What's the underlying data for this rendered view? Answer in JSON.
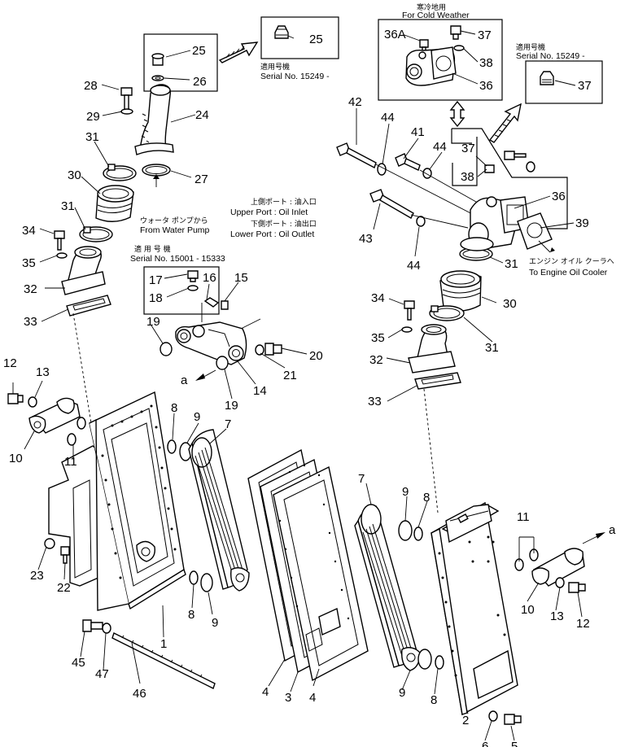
{
  "diagram": {
    "captions": {
      "cold_jp": "寒冷地用",
      "cold_en": "For Cold Weather",
      "serial_jp_a": "適用号機",
      "serial_a": "Serial No. 15249 -",
      "serial_jp_b": "適用号機",
      "serial_b": "Serial No. 15249 -",
      "serial_jp_c": "適 用 号 機",
      "serial_c": "Serial No. 15001 - 15333",
      "pump_jp": "ウォータ ポンプから",
      "pump_en": "From Water Pump",
      "upper_jp": "上側ポート : 油入口",
      "upper_en": "Upper Port  :  Oil Inlet",
      "lower_jp": "下側ポート : 油出口",
      "lower_en": "Lower Port  :  Oil Outlet",
      "cooler_jp": "エンジン オイル クーラへ",
      "cooler_en": "To Engine Oil Cooler",
      "ref_a": "a"
    },
    "labels": {
      "l25": "25",
      "l25b": "25",
      "l26": "26",
      "l24": "24",
      "l28": "28",
      "l29": "29",
      "l27": "27",
      "l31a": "31",
      "l30a": "30",
      "l31b": "31",
      "l34a": "34",
      "l35a": "35",
      "l32a": "32",
      "l33a": "33",
      "l36A": "36A",
      "l37a": "37",
      "l38a": "38",
      "l36a": "36",
      "l37b": "37",
      "l42": "42",
      "l44a": "44",
      "l41": "41",
      "l44b": "44",
      "l37c": "37",
      "l38b": "38",
      "l36b": "36",
      "l39": "39",
      "l43": "43",
      "l44c": "44",
      "l31c": "31",
      "l17": "17",
      "l16": "16",
      "l15": "15",
      "l18": "18",
      "l19a": "19",
      "l20": "20",
      "l21": "21",
      "l14": "14",
      "l19b": "19",
      "l12a": "12",
      "l13a": "13",
      "l10a": "10",
      "l11a": "11",
      "l34b": "34",
      "l30b": "30",
      "l35b": "35",
      "l31d": "31",
      "l32b": "32",
      "l33b": "33",
      "l8a": "8",
      "l9a": "9",
      "l7a": "7",
      "l23": "23",
      "l22": "22",
      "l8b": "8",
      "l9b": "9",
      "l1": "1",
      "l45": "45",
      "l47": "47",
      "l46": "46",
      "l4a": "4",
      "l3": "3",
      "l4b": "4",
      "l7b": "7",
      "l9c": "9",
      "l8c": "8",
      "l9d": "9",
      "l8d": "8",
      "l11b": "11",
      "l10b": "10",
      "l13b": "13",
      "l12b": "12",
      "l2": "2",
      "l6": "6",
      "l5": "5"
    }
  }
}
